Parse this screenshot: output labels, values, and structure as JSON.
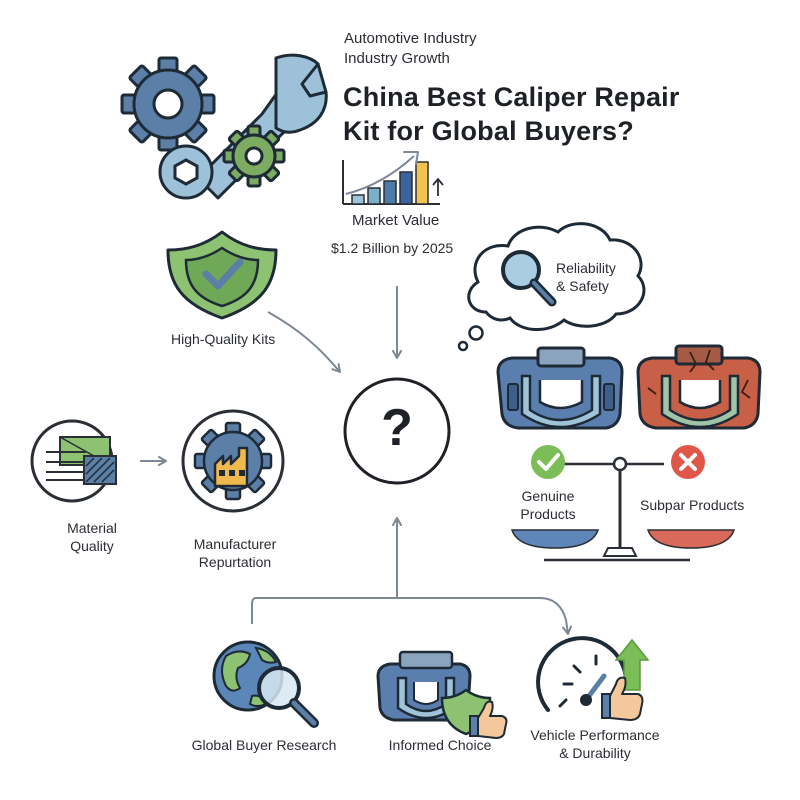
{
  "header": {
    "subtitle_line1": "Automotive Industry",
    "subtitle_line2": "Industry Growth",
    "title_line1": "China Best Caliper Repair",
    "title_line2": "Kit for Global Buyers?"
  },
  "market": {
    "label": "Market Value",
    "value": "$1.2 Billion by 2025"
  },
  "thought": {
    "line1": "Reliability",
    "line2": "& Safety"
  },
  "nodes": {
    "high_quality": "High-Quality Kits",
    "material_line1": "Material",
    "material_line2": "Quality",
    "manufacturer_line1": "Manufacturer",
    "manufacturer_line2": "Repurtation",
    "genuine_line1": "Genuine",
    "genuine_line2": "Products",
    "subpar": "Subpar Products",
    "center_symbol": "?"
  },
  "bottom": {
    "research": "Global Buyer Research",
    "choice": "Informed Choice",
    "performance_line1": "Vehicle Performance",
    "performance_line2": "& Durability"
  },
  "icons": [
    "gear-icon",
    "wrench-icon",
    "bar-chart-icon",
    "shield-check-icon",
    "magnifier-icon",
    "factory-gear-icon",
    "material-sample-icon",
    "brake-caliper-icon",
    "balance-scale-icon",
    "globe-icon",
    "speedometer-icon",
    "thumbs-up-icon"
  ],
  "colors": {
    "gear_blue": "#5b7fa6",
    "gear_green": "#7cab62",
    "wrench": "#9cc1d8",
    "shield_green": "#8cc271",
    "check_green": "#7bbd57",
    "cross_red": "#e0574a",
    "caliper_blue": "#5a7fae",
    "caliper_red": "#c85f47",
    "arrow_gray": "#7d8895",
    "factory_orange": "#f0b94e",
    "scale_blue": "#5e86b8",
    "scale_red": "#d9695a"
  }
}
